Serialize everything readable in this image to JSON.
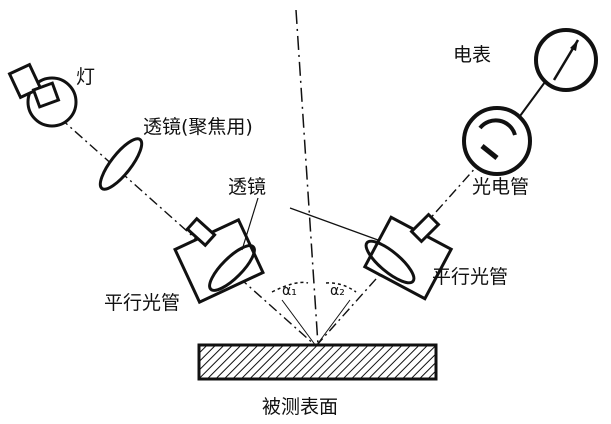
{
  "labels": {
    "lamp": "灯",
    "meter": "电表",
    "focusing_lens": "透镜(聚焦用)",
    "lens": "透镜",
    "photocell": "光电管",
    "collimator_left": "平行光管",
    "collimator_right": "平行光管",
    "surface": "被测表面",
    "angle_left": "α₁",
    "angle_right": "α₂"
  },
  "colors": {
    "ink": "#111111",
    "background": "#ffffff"
  }
}
